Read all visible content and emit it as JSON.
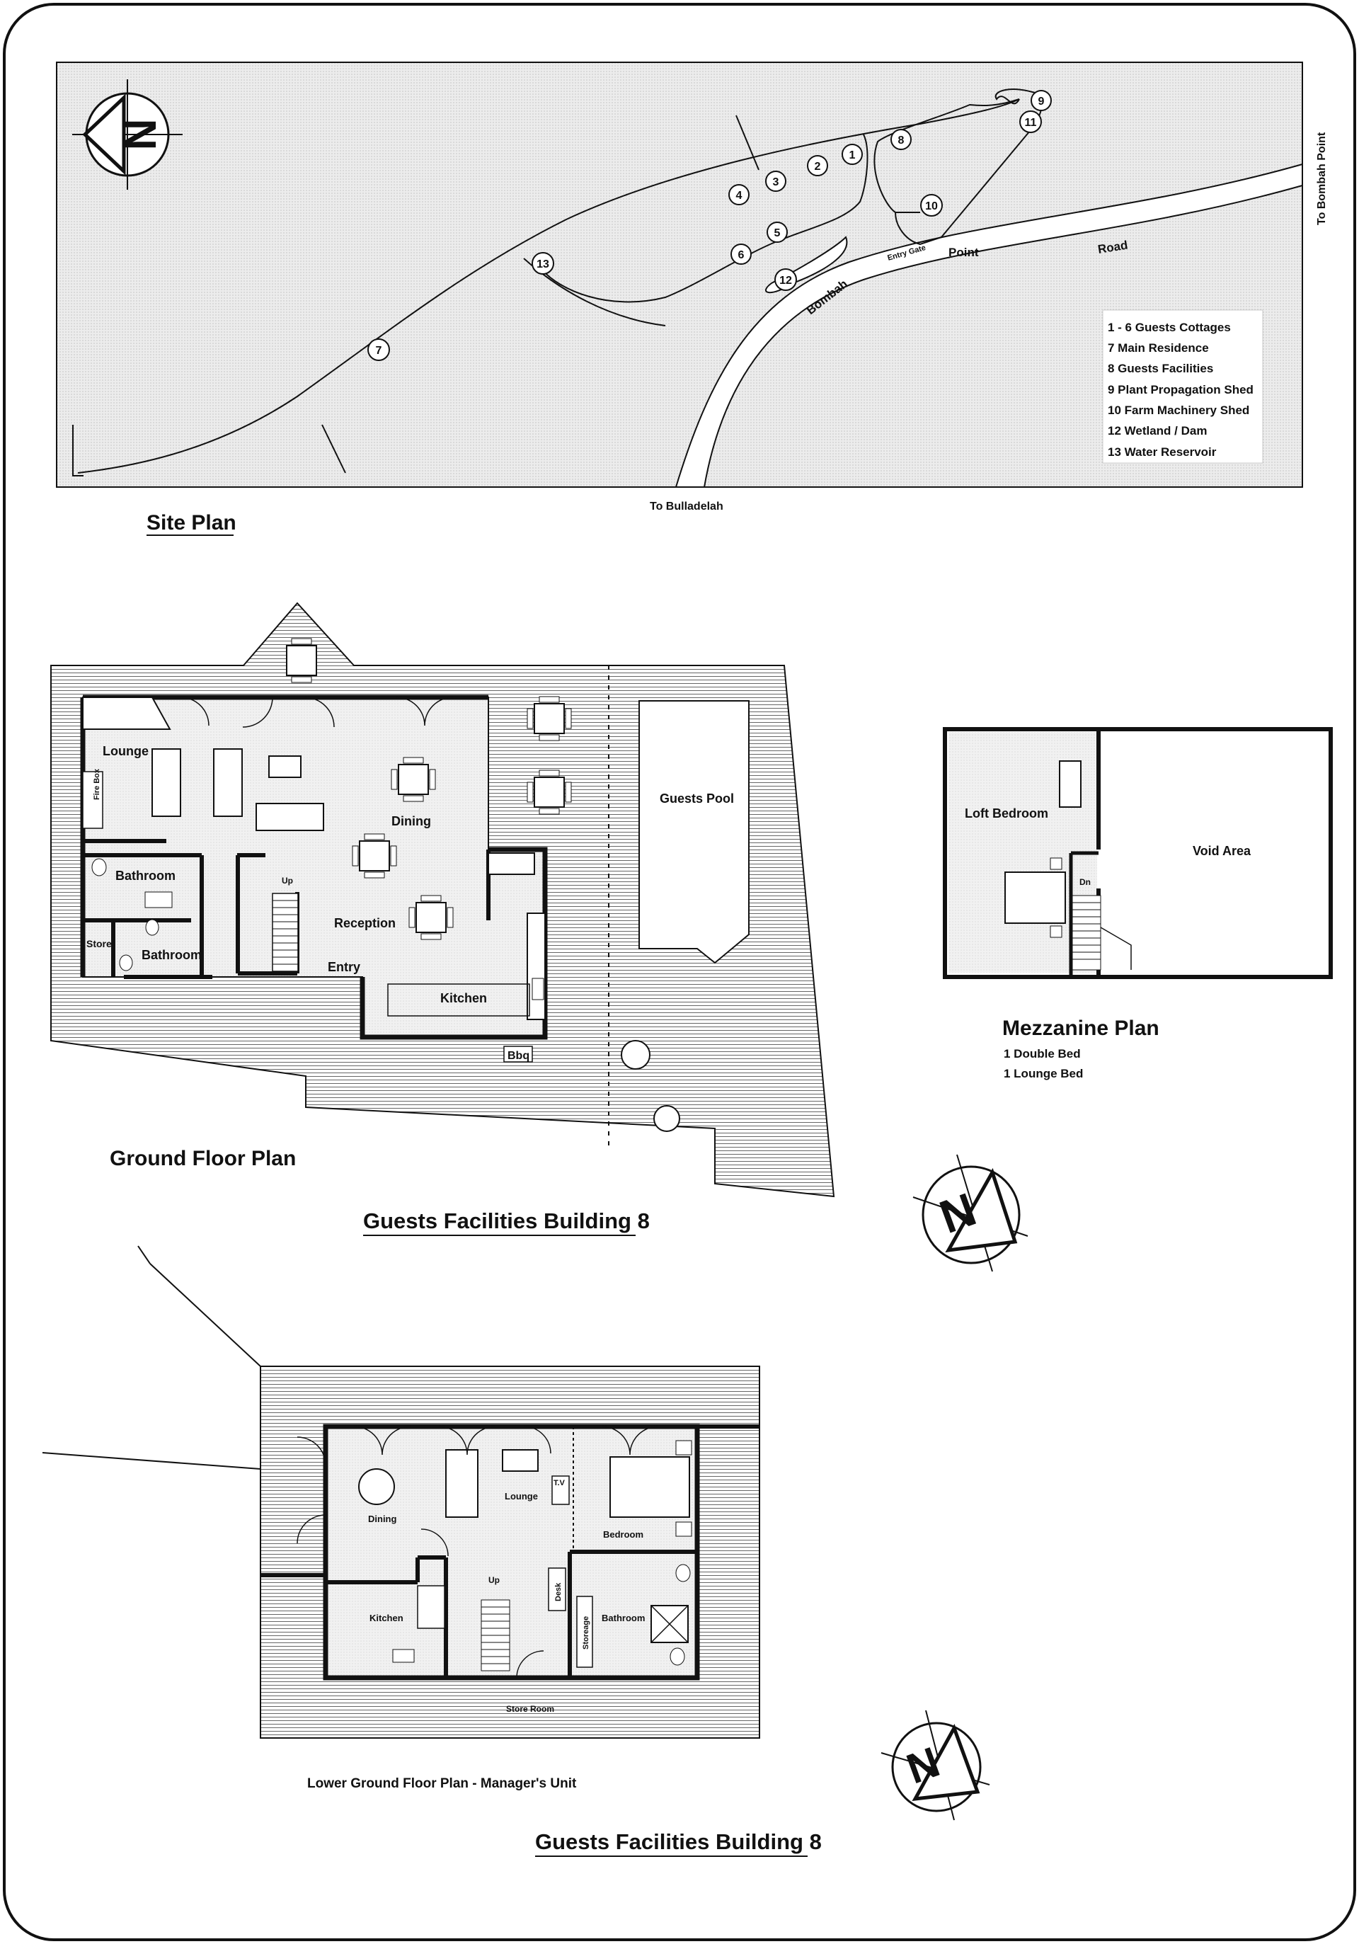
{
  "site_plan": {
    "title": "Site Plan",
    "road_labels": {
      "bombah": "Bombah",
      "point": "Point",
      "road": "Road"
    },
    "entry_gate": "Entry Gate",
    "to_bombah_point": "To Bombah Point",
    "to_bulladelah": "To Bulladelah",
    "markers": [
      "1",
      "2",
      "3",
      "4",
      "5",
      "6",
      "7",
      "8",
      "9",
      "10",
      "11",
      "12",
      "13"
    ],
    "legend": [
      "1 - 6 Guests Cottages",
      "7 Main Residence",
      "8 Guests Facilities",
      "9 Plant Propagation Shed",
      "10 Farm Machinery Shed",
      "12 Wetland / Dam",
      "13 Water Reservoir"
    ]
  },
  "ground_floor": {
    "title": "Ground Floor Plan",
    "rooms": {
      "lounge": "Lounge",
      "fire_box": "Fire Box",
      "dining": "Dining",
      "bathroom_1": "Bathroom",
      "bathroom_2": "Bathroom",
      "store": "Store",
      "reception": "Reception",
      "up": "Up",
      "entry": "Entry",
      "kitchen": "Kitchen",
      "bbq": "Bbq",
      "guests_pool": "Guests Pool"
    }
  },
  "mezzanine": {
    "title": "Mezzanine Plan",
    "loft_bedroom": "Loft Bedroom",
    "void_area": "Void Area",
    "dn": "Dn",
    "beds": [
      "1 Double Bed",
      "1 Lounge Bed"
    ]
  },
  "building_caption_1": "Guests Facilities Building 8",
  "lower_ground": {
    "title": "Lower Ground Floor Plan - Manager's Unit",
    "rooms": {
      "dining": "Dining",
      "lounge": "Lounge",
      "tv": "T.V",
      "bedroom": "Bedroom",
      "kitchen": "Kitchen",
      "up": "Up",
      "desk": "Desk",
      "storage": "Storeage",
      "bathroom": "Bathroom",
      "store_room": "Store Room"
    }
  },
  "building_caption_2": "Guests Facilities Building 8",
  "north_arrow_letter": "N",
  "colors": {
    "ink": "#111111",
    "paper": "#ffffff",
    "site_fill": "#e8e8e8"
  }
}
